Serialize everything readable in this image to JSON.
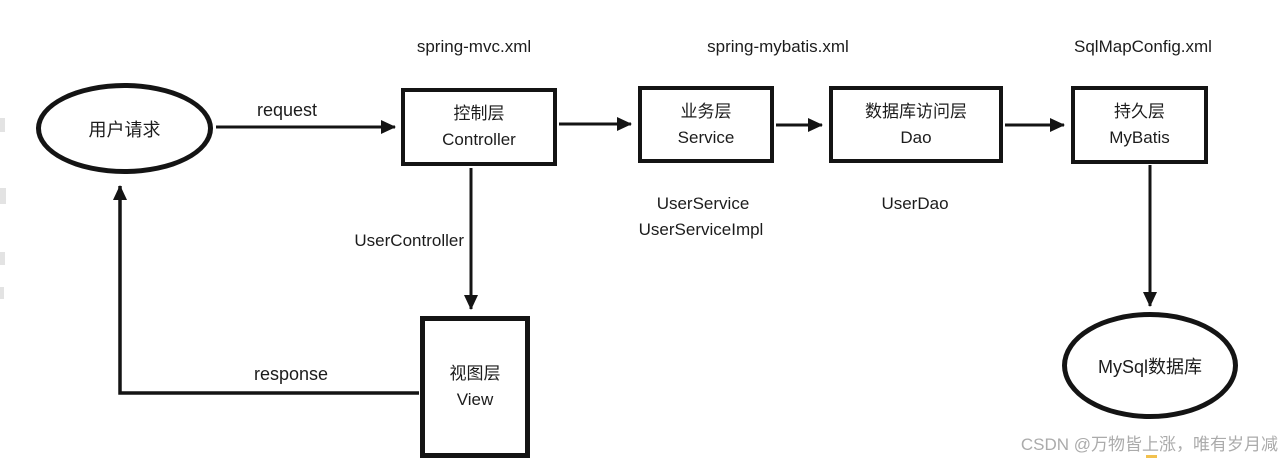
{
  "nodes": {
    "user_request": {
      "label": "用户请求"
    },
    "controller": {
      "line1": "控制层",
      "line2": "Controller"
    },
    "service": {
      "line1": "业务层",
      "line2": "Service"
    },
    "dao": {
      "line1": "数据库访问层",
      "line2": "Dao"
    },
    "mybatis": {
      "line1": "持久层",
      "line2": "MyBatis"
    },
    "view": {
      "line1": "视图层",
      "line2": "View"
    },
    "mysql_db": {
      "label": "MySql数据库"
    }
  },
  "config_labels": {
    "spring_mvc": "spring-mvc.xml",
    "spring_mybatis": "spring-mybatis.xml",
    "sqlmap_config": "SqlMapConfig.xml"
  },
  "edge_labels": {
    "request": "request",
    "response": "response"
  },
  "annotations": {
    "user_controller": "UserController",
    "user_service": "UserService",
    "user_service_impl": "UserServiceImpl",
    "user_dao": "UserDao"
  },
  "watermark": {
    "text": "CSDN @万物皆上涨，唯有岁月减"
  },
  "colors": {
    "stroke": "#141414",
    "text": "#1c1c1c",
    "watermark": "#ababab",
    "accent_mark": "#f2c14e",
    "background": "#ffffff"
  }
}
